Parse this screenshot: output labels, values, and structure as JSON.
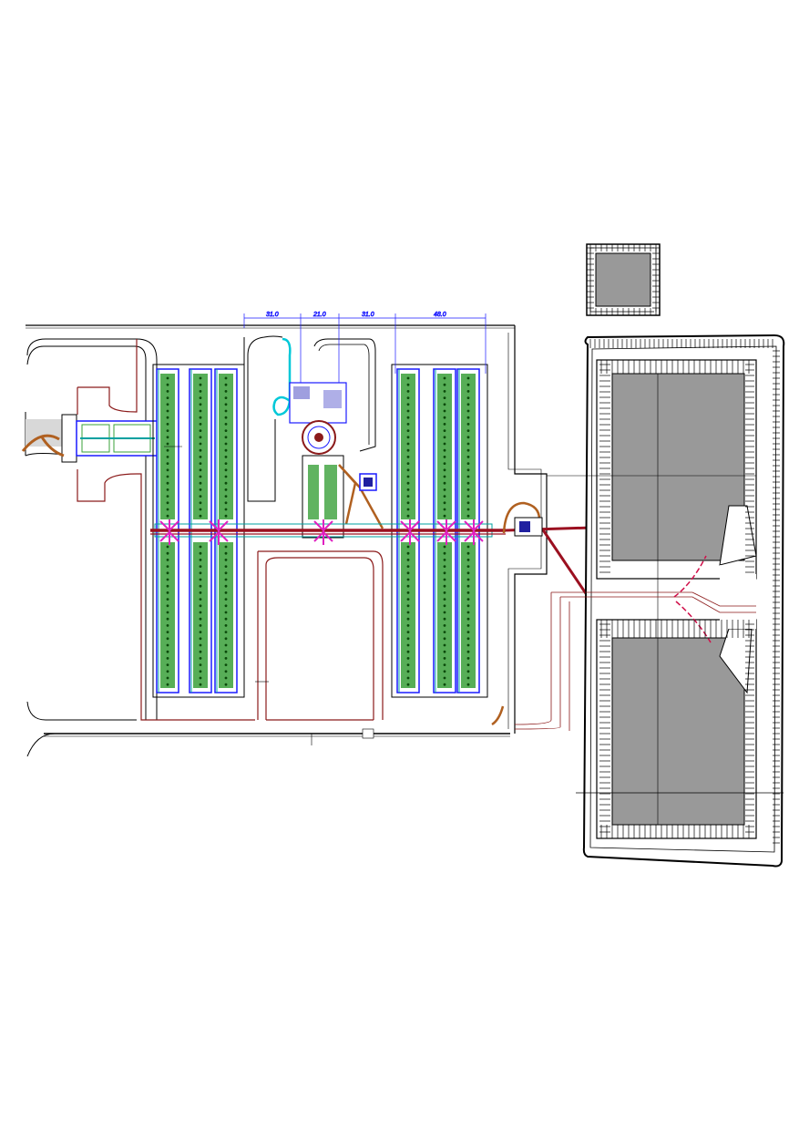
{
  "drawing": {
    "dimensions": [
      "31.0",
      "21.0",
      "31.0",
      "48.0"
    ]
  },
  "colors": {
    "site_line": "#000000",
    "road": "#8b1a1a",
    "main_pipe": "#9b1020",
    "tank_outline": "#1a1aff",
    "tank_fill": "#3aa03a",
    "aux_pipe": "#e020c0",
    "brown_pipe": "#b06020",
    "cyan_pipe": "#00c8d8",
    "lagoon_fill": "#9a9a9a",
    "dashed_flow": "#d0104a"
  }
}
